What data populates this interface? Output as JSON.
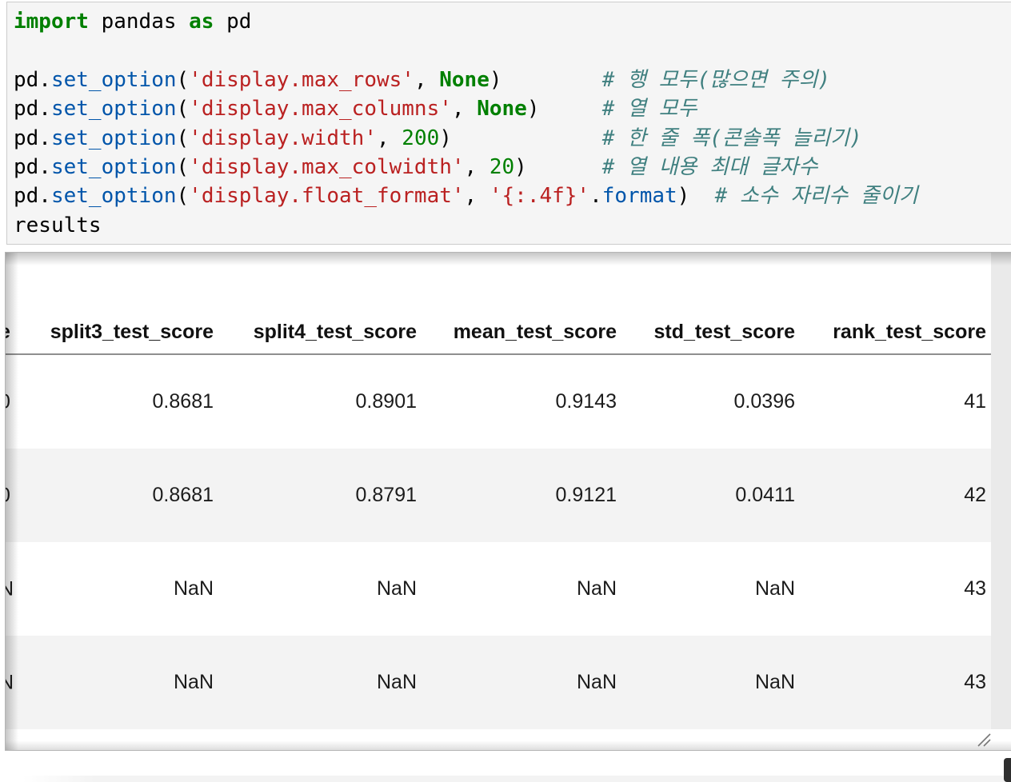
{
  "colors": {
    "keyword": "#008000",
    "property": "#0055aa",
    "string": "#ba2121",
    "number": "#008000",
    "comment": "#408080",
    "code_text": "#000000",
    "cell_bg": "#f5f5f5",
    "cell_border": "#cccccc",
    "output_border": "#b5b5b5",
    "row_stripe": "#f3f3f3",
    "gutter": "#eaeaea",
    "header_underline": "#8f8f8f",
    "table_text": "#1c1c1c"
  },
  "code_cell": {
    "lines": [
      [
        {
          "t": "kw",
          "s": "import"
        },
        {
          "t": "pl",
          "s": " pandas "
        },
        {
          "t": "kw",
          "s": "as"
        },
        {
          "t": "pl",
          "s": " pd"
        }
      ],
      [],
      [
        {
          "t": "pl",
          "s": "pd."
        },
        {
          "t": "prop",
          "s": "set_option"
        },
        {
          "t": "pl",
          "s": "("
        },
        {
          "t": "str",
          "s": "'display.max_rows'"
        },
        {
          "t": "pl",
          "s": ", "
        },
        {
          "t": "kw",
          "s": "None"
        },
        {
          "t": "pl",
          "s": ")        "
        },
        {
          "t": "com",
          "s": "# 행 모두(많으면 주의)"
        }
      ],
      [
        {
          "t": "pl",
          "s": "pd."
        },
        {
          "t": "prop",
          "s": "set_option"
        },
        {
          "t": "pl",
          "s": "("
        },
        {
          "t": "str",
          "s": "'display.max_columns'"
        },
        {
          "t": "pl",
          "s": ", "
        },
        {
          "t": "kw",
          "s": "None"
        },
        {
          "t": "pl",
          "s": ")     "
        },
        {
          "t": "com",
          "s": "# 열 모두"
        }
      ],
      [
        {
          "t": "pl",
          "s": "pd."
        },
        {
          "t": "prop",
          "s": "set_option"
        },
        {
          "t": "pl",
          "s": "("
        },
        {
          "t": "str",
          "s": "'display.width'"
        },
        {
          "t": "pl",
          "s": ", "
        },
        {
          "t": "num",
          "s": "200"
        },
        {
          "t": "pl",
          "s": ")            "
        },
        {
          "t": "com",
          "s": "# 한 줄 폭(콘솔폭 늘리기)"
        }
      ],
      [
        {
          "t": "pl",
          "s": "pd."
        },
        {
          "t": "prop",
          "s": "set_option"
        },
        {
          "t": "pl",
          "s": "("
        },
        {
          "t": "str",
          "s": "'display.max_colwidth'"
        },
        {
          "t": "pl",
          "s": ", "
        },
        {
          "t": "num",
          "s": "20"
        },
        {
          "t": "pl",
          "s": ")      "
        },
        {
          "t": "com",
          "s": "# 열 내용 최대 글자수"
        }
      ],
      [
        {
          "t": "pl",
          "s": "pd."
        },
        {
          "t": "prop",
          "s": "set_option"
        },
        {
          "t": "pl",
          "s": "("
        },
        {
          "t": "str",
          "s": "'display.float_format'"
        },
        {
          "t": "pl",
          "s": ", "
        },
        {
          "t": "str",
          "s": "'{:.4f}'"
        },
        {
          "t": "pl",
          "s": "."
        },
        {
          "t": "prop",
          "s": "format"
        },
        {
          "t": "pl",
          "s": ")  "
        },
        {
          "t": "com",
          "s": "# 소수 자리수 줄이기"
        }
      ],
      [
        {
          "t": "pl",
          "s": "results"
        }
      ]
    ]
  },
  "output_table": {
    "clipped_header_fragment": "e",
    "columns": [
      "split3_test_score",
      "split4_test_score",
      "mean_test_score",
      "std_test_score",
      "rank_test_score"
    ],
    "rows": [
      {
        "clipped_fragment": "0",
        "cells": [
          "0.8681",
          "0.8901",
          "0.9143",
          "0.0396",
          "41"
        ]
      },
      {
        "clipped_fragment": "0",
        "cells": [
          "0.8681",
          "0.8791",
          "0.9121",
          "0.0411",
          "42"
        ]
      },
      {
        "clipped_fragment": "N",
        "cells": [
          "NaN",
          "NaN",
          "NaN",
          "NaN",
          "43"
        ]
      },
      {
        "clipped_fragment": "N",
        "cells": [
          "NaN",
          "NaN",
          "NaN",
          "NaN",
          "43"
        ]
      }
    ]
  }
}
